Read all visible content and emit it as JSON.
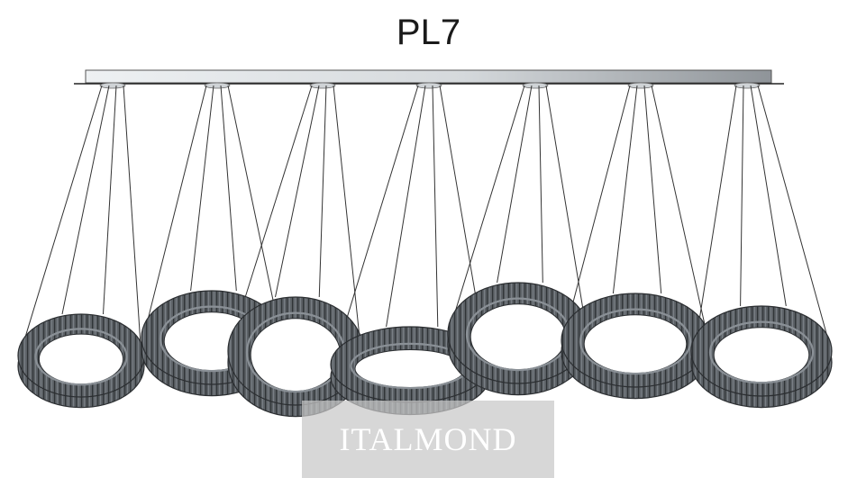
{
  "product": {
    "model_code": "PL7"
  },
  "watermark": {
    "brand": "ITALMOND"
  },
  "illustration": {
    "ring_count": 7,
    "canopy_mount_count": 7
  },
  "colors": {
    "ring_fill": "#5c6166",
    "ring_inner": "#8a9096",
    "ring_edge": "#2b2e31",
    "canopy_light": "#e9ecee",
    "canopy_dark": "#8f9499",
    "wire": "#333333",
    "title": "#1a1a1a",
    "watermark_bg": "#c8c8c8",
    "watermark_text": "#ffffff"
  }
}
